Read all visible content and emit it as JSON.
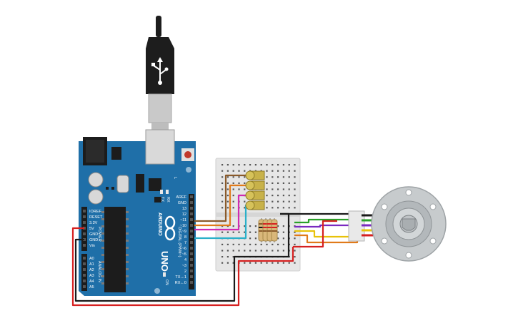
{
  "board": {
    "model": "UNO",
    "brand": "ARDUINO",
    "on_label": "ON",
    "tx_label": "TX",
    "rx_label": "RX",
    "l_label": "L",
    "digital_header": "DIGITAL (PWM~)",
    "power_header": "POWER",
    "analog_header": "ANALOG IN",
    "digital_pins": [
      "AREF",
      "GND",
      "13",
      "12",
      "~11",
      "~10",
      "~9",
      "8",
      "7",
      "~6",
      "~5",
      "4",
      "~3",
      "2",
      "TX→1",
      "RX←0"
    ],
    "power_pins": [
      "IOREF",
      "RESET",
      "3.3V",
      "5V",
      "GND",
      "GND",
      "Vin"
    ],
    "analog_pins": [
      "A0",
      "A1",
      "A2",
      "A3",
      "A4",
      "A5"
    ],
    "colors": {
      "board": "#1f6fa8",
      "chip": "#1c1c1c",
      "usb_body": "#1d1d1d",
      "usb_metal": "#c9c9c9"
    }
  },
  "usb_cable": {
    "icon": "usb-icon"
  },
  "breadboard": {
    "color": "#e6e6e6",
    "hole_color": "#555555"
  },
  "resistors": {
    "count": 4
  },
  "leds": {
    "count": 4,
    "color": "#c8b24a"
  },
  "stepper_motor": {
    "body_color": "#c7cbcd",
    "connector_color": "#e9e9e9"
  },
  "wires": {
    "red": "#d62020",
    "black": "#1a1a1a",
    "brown": "#8a5a2b",
    "orange": "#e07a1a",
    "magenta": "#d02ab0",
    "cyan": "#2ab0c9",
    "green": "#2aa02a",
    "yellow": "#e8c20a",
    "purple": "#7a2ac0",
    "gray": "#888888"
  }
}
